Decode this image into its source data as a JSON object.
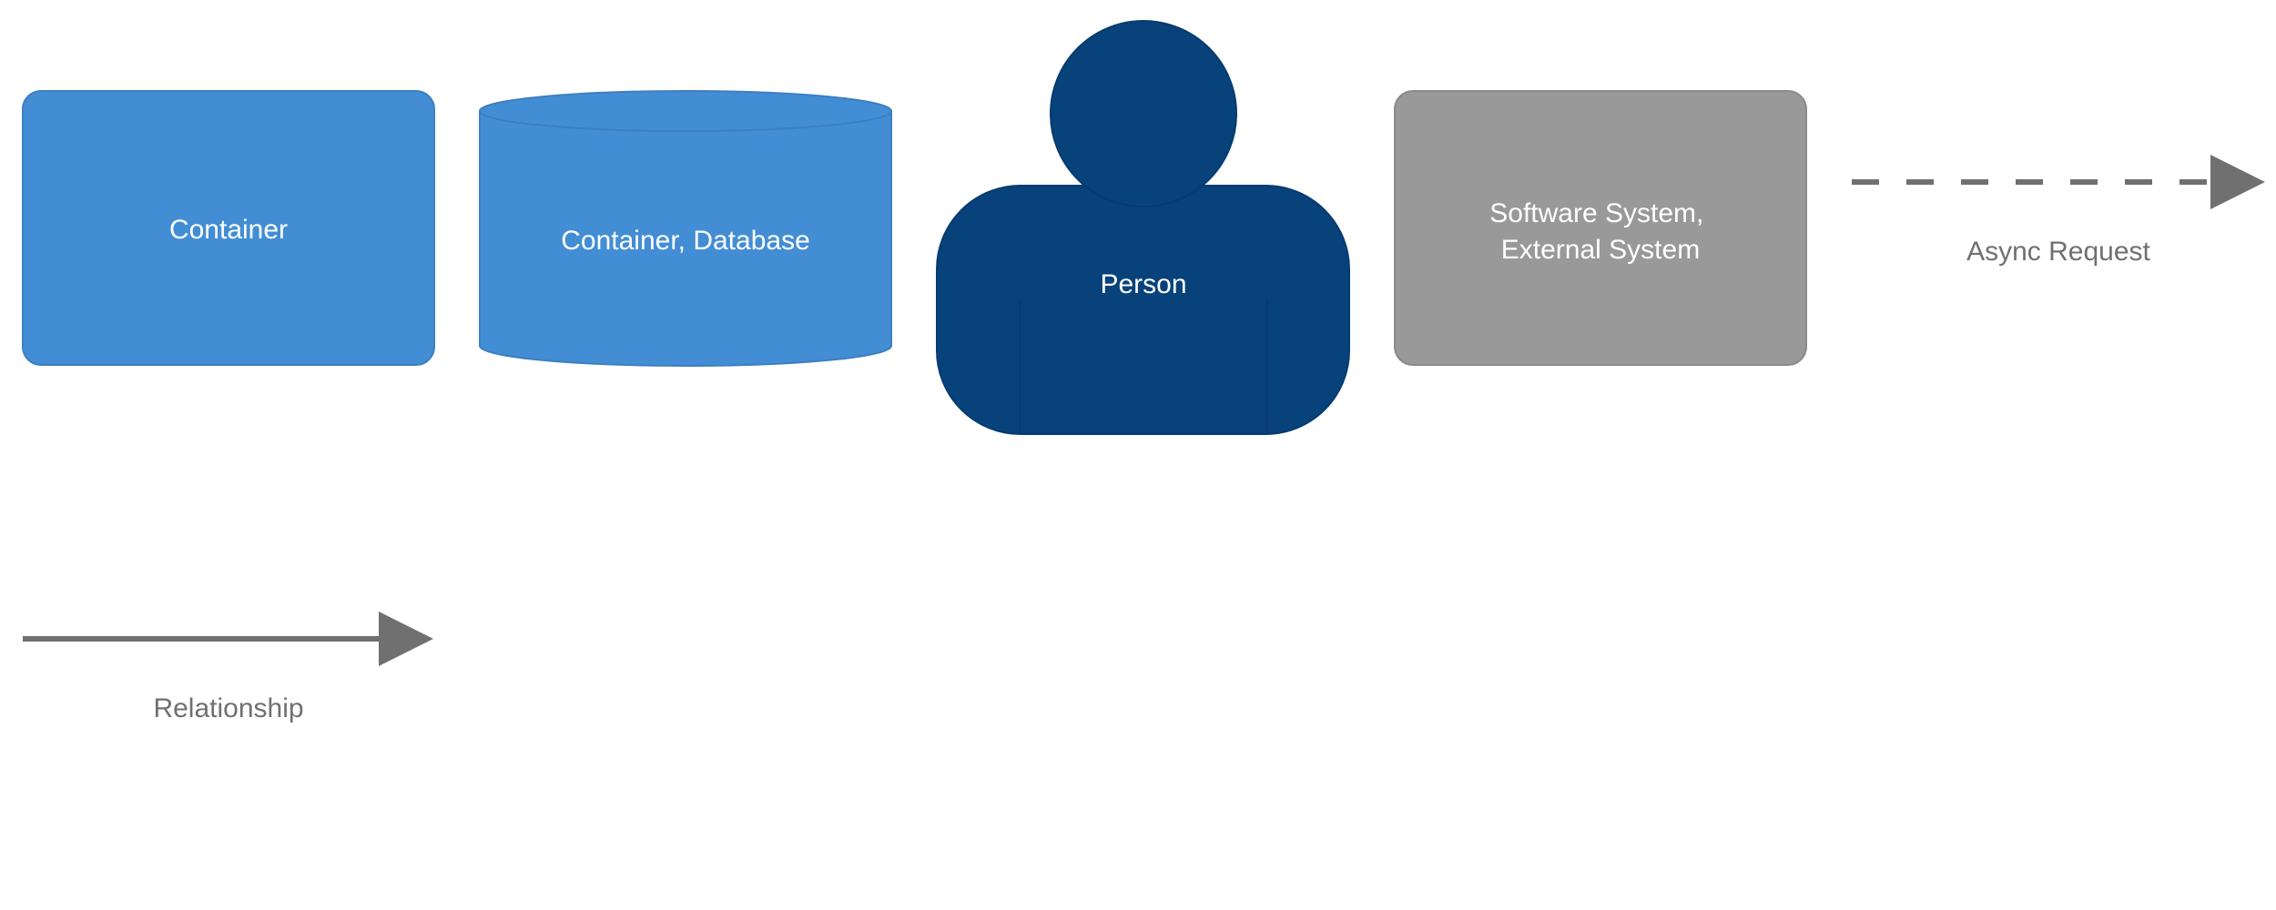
{
  "colors": {
    "container_fill": "#438dd5",
    "container_stroke": "#3c7fc0",
    "person_fill": "#08427b",
    "person_stroke": "#073b6f",
    "external_fill": "#999999",
    "external_stroke": "#8a8a8a",
    "edge": "#707070",
    "label_light": "#ffffff",
    "label_dark": "#707070"
  },
  "elements": {
    "container": {
      "label": "Container",
      "shape": "rounded-box"
    },
    "database": {
      "label": "Container, Database",
      "shape": "cylinder"
    },
    "person": {
      "label": "Person",
      "shape": "person"
    },
    "external": {
      "label_lines": [
        "Software System,",
        "External System"
      ],
      "shape": "rounded-box"
    }
  },
  "relationships": {
    "async": {
      "label": "Async Request",
      "style": "dashed",
      "icon": "arrow-right-icon"
    },
    "sync": {
      "label": "Relationship",
      "style": "solid",
      "icon": "arrow-right-icon"
    }
  }
}
